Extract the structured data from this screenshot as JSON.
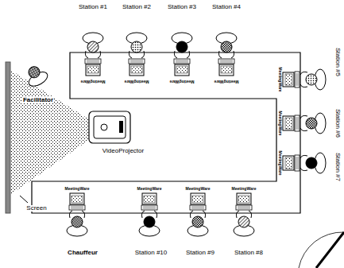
{
  "diagram": {
    "labels": [
      "Station #1",
      "Station #2",
      "Station #3",
      "Station #4",
      "Station #5",
      "Station #6",
      "Station #7",
      "Facilitator",
      "VideoProjector",
      "Screen",
      "Chauffeur",
      "Station #10",
      "Station #9",
      "Station #8",
      "MeetingWare",
      "MeetingWare",
      "MeetingWare",
      "MeetingWare",
      "MeetingWare",
      "MeetingWare",
      "MeetingWare",
      "MeetingWare",
      "MeetingWare",
      "MeetingWare",
      "MeetingWare"
    ]
  }
}
